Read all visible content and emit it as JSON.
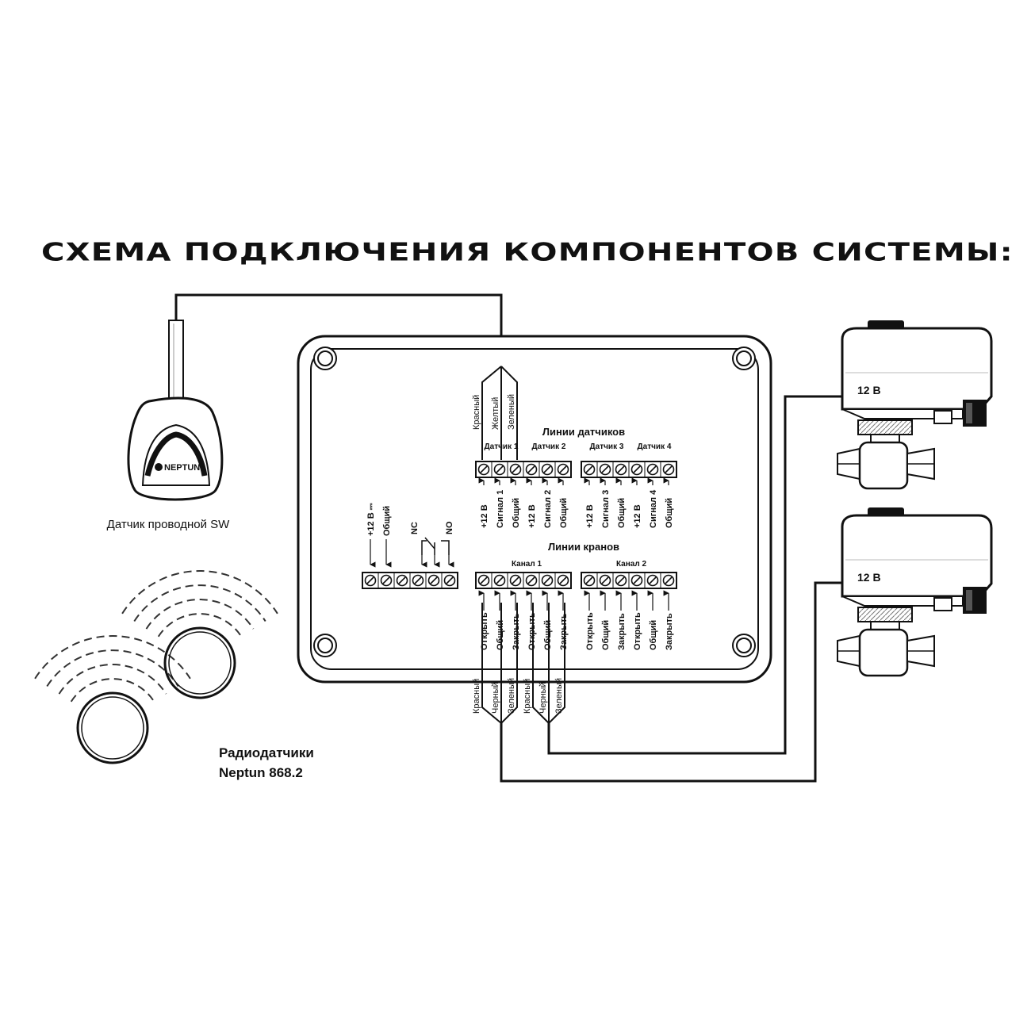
{
  "title": "СХЕМА ПОДКЛЮЧЕНИЯ КОМПОНЕНТОВ СИСТЕМЫ:",
  "wired_sensor": {
    "label": "Датчик проводной SW",
    "brand": "NEPTUN"
  },
  "radio_sensors": {
    "line1": "Радиодатчики",
    "line2": "Neptun 868.2"
  },
  "sensor_cable_wires": [
    "Красный",
    "Желтый",
    "Зеленый"
  ],
  "sensor_lines": {
    "heading": "Линии датчиков",
    "groups": [
      "Датчик 1",
      "Датчик 2",
      "Датчик 3",
      "Датчик 4"
    ],
    "terminals": [
      "+12 В",
      "Сигнал 1",
      "Общий",
      "+12 В",
      "Сигнал 2",
      "Общий",
      "+12 В",
      "Сигнал 3",
      "Общий",
      "+12 В",
      "Сигнал 4",
      "Общий"
    ]
  },
  "power_relay": {
    "terminals": [
      "+12 В ⎓",
      "Общий"
    ],
    "nc": "NC",
    "no": "NO"
  },
  "valve_lines": {
    "heading": "Линии кранов",
    "channels": [
      "Канал 1",
      "Канал 2"
    ],
    "terminals": [
      "Открыть",
      "Общий",
      "Закрыть",
      "Открыть",
      "Общий",
      "Закрыть",
      "Открыть",
      "Общий",
      "Закрыть",
      "Открыть",
      "Общий",
      "Закрыть"
    ]
  },
  "valve_cable_wires": [
    "Красный",
    "Черный",
    "Зеленый",
    "Красный",
    "Черный",
    "Зеленый"
  ],
  "valves": [
    {
      "voltage": "12 В"
    },
    {
      "voltage": "12 В"
    }
  ]
}
